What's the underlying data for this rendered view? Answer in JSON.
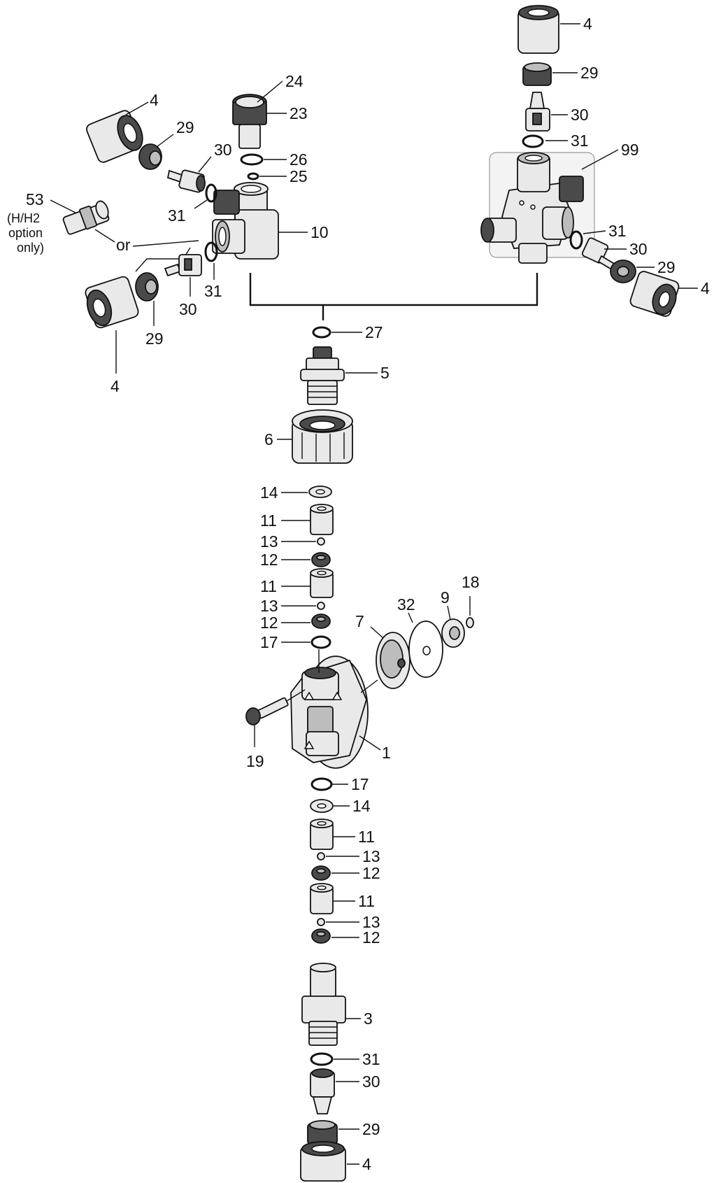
{
  "callouts": {
    "c4_top": "4",
    "c29_top": "29",
    "c30_top": "30",
    "c31_top": "31",
    "c99": "99",
    "c31_right": "31",
    "c30_right": "30",
    "c29_right": "29",
    "c4_right": "4",
    "c24": "24",
    "c23": "23",
    "c26": "26",
    "c25": "25",
    "c10": "10",
    "c4_ul": "4",
    "c29_ul": "29",
    "c30_ul": "30",
    "c31_ul": "31",
    "c53": "53",
    "c53_note_1": "(H/H2",
    "c53_note_2": "option",
    "c53_note_3": "only)",
    "or_label": "or",
    "c31_l": "31",
    "c30_l": "30",
    "c29_l": "29",
    "c4_l": "4",
    "c27": "27",
    "c5": "5",
    "c6": "6",
    "c14_a": "14",
    "c11_a": "11",
    "c13_a": "13",
    "c12_a": "12",
    "c11_b": "11",
    "c13_b": "13",
    "c12_b": "12",
    "c17_a": "17",
    "c7": "7",
    "c32": "32",
    "c9": "9",
    "c18": "18",
    "c19": "19",
    "c1": "1",
    "c17_b": "17",
    "c14_b": "14",
    "c11_c": "11",
    "c13_c": "13",
    "c12_c": "12",
    "c11_d": "11",
    "c13_d": "13",
    "c12_d": "12",
    "c3": "3",
    "c31_bot": "31",
    "c30_bot": "30",
    "c29_bot": "29",
    "c4_bot": "4"
  }
}
